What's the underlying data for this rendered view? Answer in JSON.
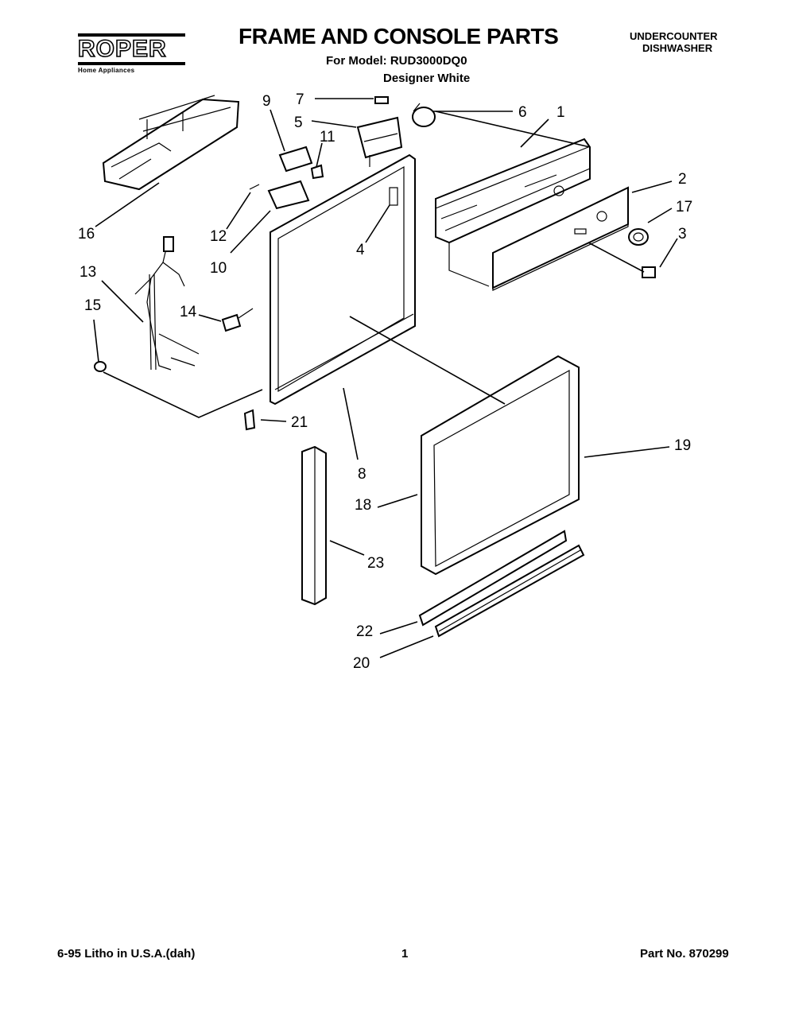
{
  "header": {
    "brand": "ROPER",
    "brand_tagline": "Home Appliances",
    "title": "FRAME AND CONSOLE PARTS",
    "model_line": "For Model: RUD3000DQ0",
    "variant": "Designer White",
    "product_line1": "UNDERCOUNTER",
    "product_line2": "DISHWASHER"
  },
  "callouts": [
    "1",
    "2",
    "3",
    "4",
    "5",
    "6",
    "7",
    "8",
    "9",
    "10",
    "11",
    "12",
    "13",
    "14",
    "15",
    "16",
    "17",
    "18",
    "19",
    "20",
    "21",
    "22",
    "23"
  ],
  "footer": {
    "left": "6-95  Litho in U.S.A.(dah)",
    "page": "1",
    "part_no": "Part No. 870299"
  }
}
